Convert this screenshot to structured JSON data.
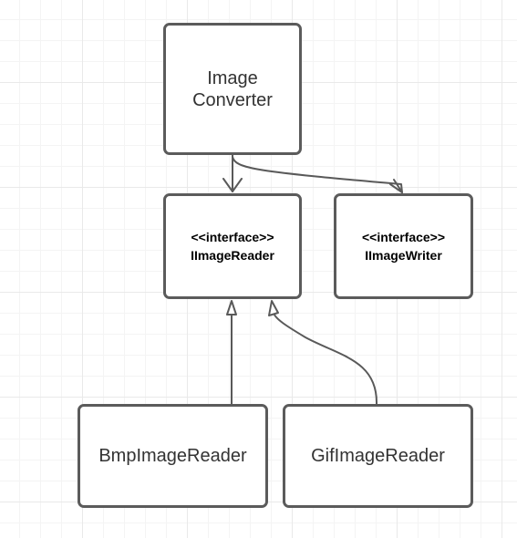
{
  "nodes": {
    "converter": {
      "label": "Image Converter"
    },
    "reader": {
      "stereotype": "<<interface>>",
      "label": "IImageReader"
    },
    "writer": {
      "stereotype": "<<interface>>",
      "label": "IImageWriter"
    },
    "bmp": {
      "label": "BmpImageReader"
    },
    "gif": {
      "label": "GifImageReader"
    }
  },
  "edges": [
    {
      "from": "Image Converter",
      "to": "IImageReader",
      "type": "dependency"
    },
    {
      "from": "Image Converter",
      "to": "IImageWriter",
      "type": "dependency"
    },
    {
      "from": "BmpImageReader",
      "to": "IImageReader",
      "type": "realization"
    },
    {
      "from": "GifImageReader",
      "to": "IImageReader",
      "type": "realization"
    }
  ],
  "colors": {
    "border": "#5b5b5b",
    "line": "#595959",
    "text": "#333333",
    "grid": "#e9e9e9"
  }
}
